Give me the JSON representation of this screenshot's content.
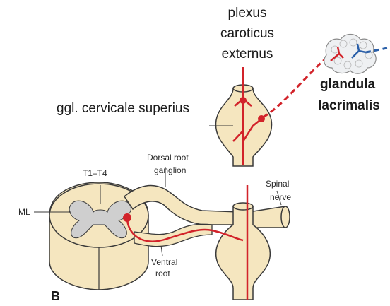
{
  "labels": {
    "plexus_line1": "plexus",
    "plexus_line2": "caroticus",
    "plexus_line3": "externus",
    "ggl_cervicale": "ggl. cervicale superius",
    "glandula_line1": "glandula",
    "glandula_line2": "lacrimalis",
    "dorsal_root_line1": "Dorsal root",
    "dorsal_root_line2": "ganglion",
    "spinal_nerve_line1": "Spinal",
    "spinal_nerve_line2": "nerve",
    "t1_t4": "T1–T4",
    "ml": "ML",
    "ventral_root_line1": "Ventral",
    "ventral_root_line2": "root",
    "panel_letter": "B"
  },
  "colors": {
    "nerve_tissue": "#f5e6bf",
    "tissue_outline": "#3a3a3a",
    "grey_matter": "#cfcfcf",
    "sympathetic_fiber": "#d2232a",
    "parasympathetic_fiber": "#2a5fa8",
    "gland_tissue": "#eef0f2"
  }
}
